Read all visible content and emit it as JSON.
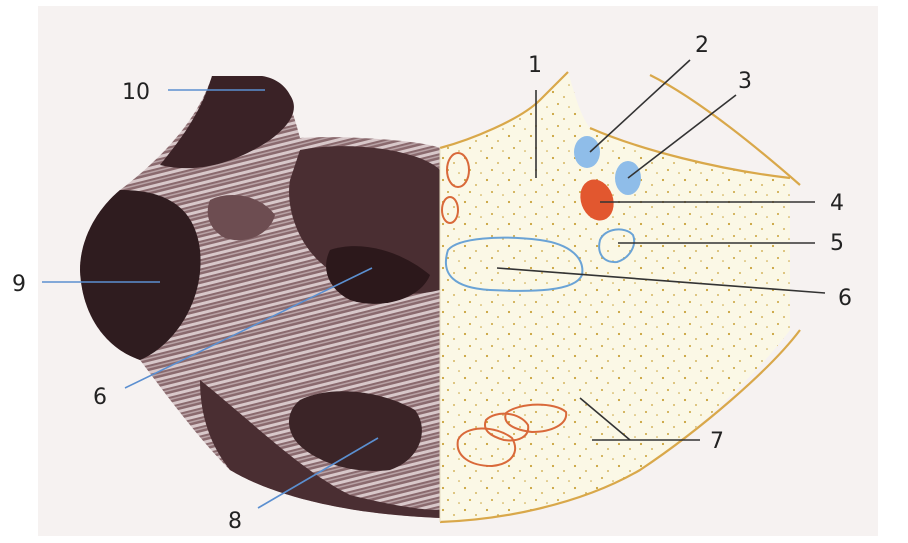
{
  "figure": {
    "labels": {
      "l1": "1",
      "l2": "2",
      "l3": "3",
      "l4": "4",
      "l5": "5",
      "l6_right": "6",
      "l6_left": "6",
      "l7": "7",
      "l8": "8",
      "l9": "9",
      "l10": "10"
    },
    "colors": {
      "background": "#f6f2f1",
      "stain_dark": "#3a2226",
      "stain_mid": "#7a5a5e",
      "stain_light": "#c9b6b8",
      "schematic_fill": "#fbf8e6",
      "outline": "#d9a84a",
      "dots": "#c9a23a",
      "blue_nucleus": "#8fbde9",
      "red_nucleus": "#e2572f",
      "orange_outline": "#d9693a",
      "blue_outline": "#6aa3d6",
      "leader_blue": "#5b8fd0",
      "leader_dark": "#333333"
    }
  }
}
